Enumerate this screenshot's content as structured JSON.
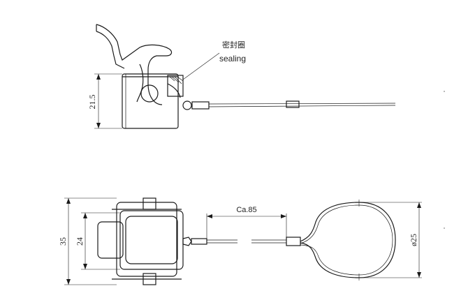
{
  "annotations": {
    "seal_cn": "密封圈",
    "seal_en": "sealing"
  },
  "dimensions": {
    "side_height": "21.5",
    "outer_height": "35",
    "inner_height": "24",
    "cable_length": "Ca.85",
    "ring_diameter": "ø25"
  },
  "colors": {
    "line": "#1a1a1a",
    "background": "#ffffff"
  }
}
